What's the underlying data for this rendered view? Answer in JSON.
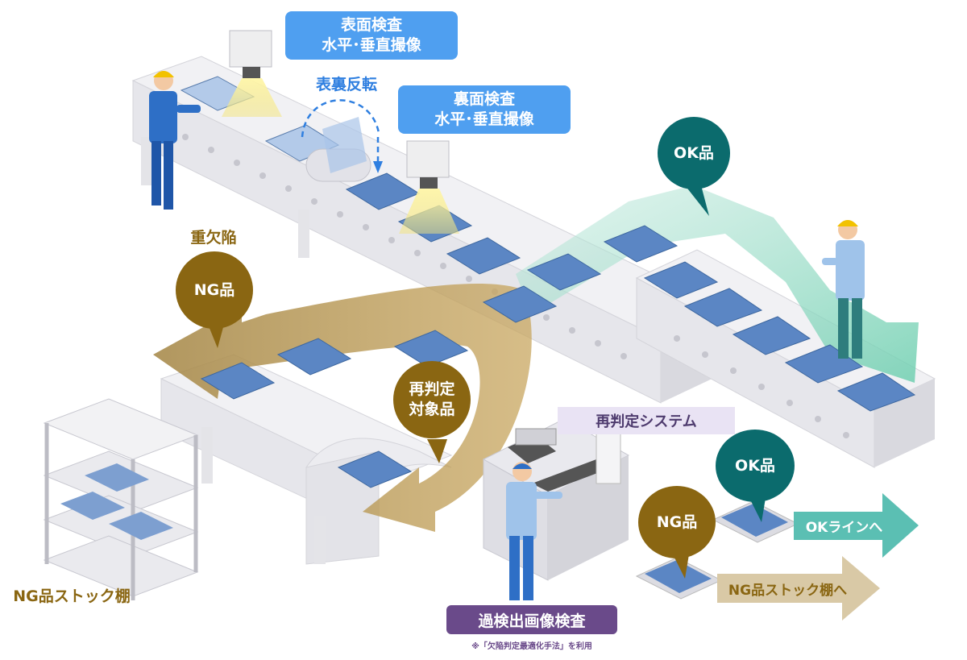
{
  "labels": {
    "surface_inspection": [
      "表面検査",
      "水平･垂直撮像"
    ],
    "flip": "表裏反転",
    "back_inspection": [
      "裏面検査",
      "水平･垂直撮像"
    ],
    "ok_top": "OK品",
    "major_defect": "重欠陥",
    "ng_left": "NG品",
    "rejudge_target": [
      "再判定",
      "対象品"
    ],
    "rejudge_system": "再判定システム",
    "ok_right": "OK品",
    "ng_right": "NG品",
    "ok_line": "OKラインへ",
    "ng_shelf_to": "NG品ストック棚へ",
    "ng_shelf": "NG品ストック棚",
    "over_detection": "過検出画像検査",
    "note": "※「欠陥判定最適化手法」を利用"
  },
  "colors": {
    "blue_label": "#4f9ff0",
    "teal": "#0b6b6d",
    "brown": "#8a6612",
    "purple": "#6a4a8a",
    "panel": "#5b86c4"
  }
}
